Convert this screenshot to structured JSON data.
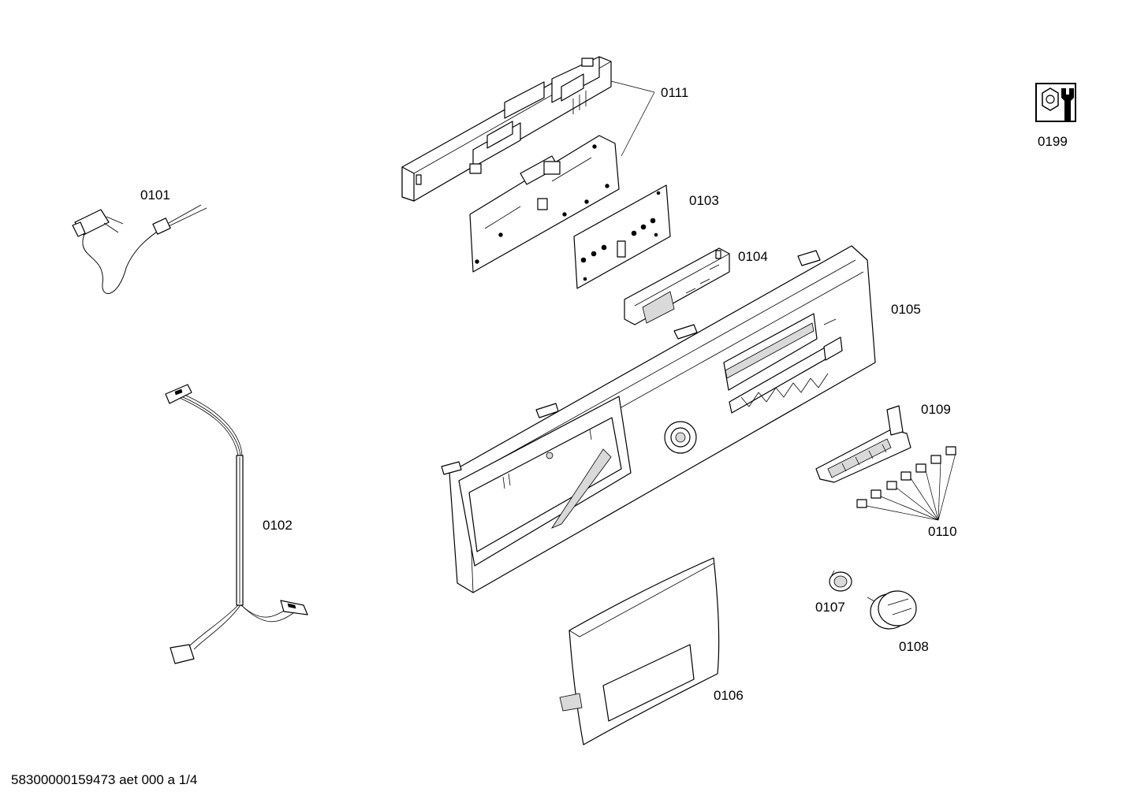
{
  "callouts": {
    "p0101": "0101",
    "p0102": "0102",
    "p0103": "0103",
    "p0104": "0104",
    "p0105": "0105",
    "p0106": "0106",
    "p0107": "0107",
    "p0108": "0108",
    "p0109": "0109",
    "p0110": "0110",
    "p0111": "0111",
    "p0199": "0199"
  },
  "footer": "58300000159473 aet 000 a 1/4",
  "icons": {
    "tools": "wrench-nut-icon"
  }
}
